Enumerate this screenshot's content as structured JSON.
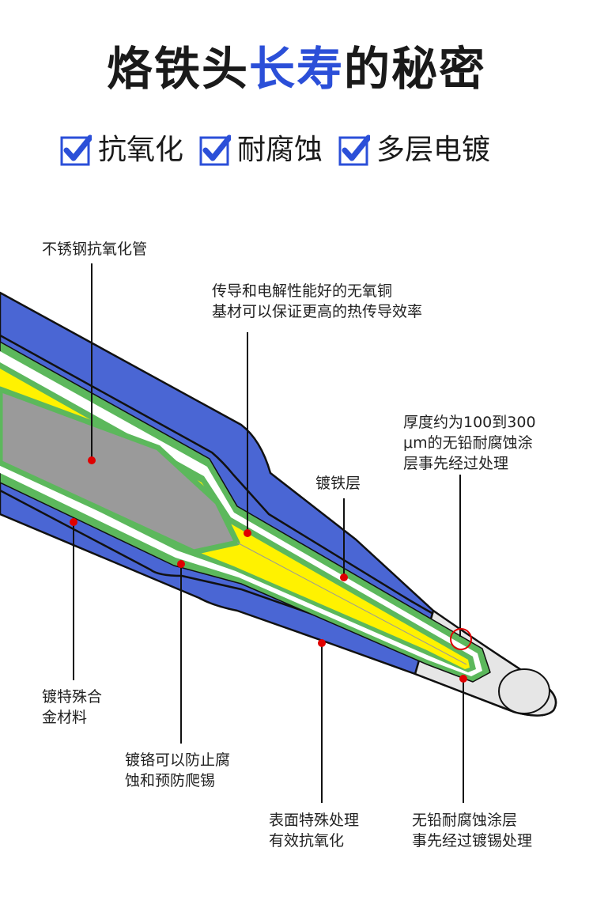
{
  "title": {
    "part1": "烙铁头",
    "highlight": "长寿",
    "part2": "的秘密"
  },
  "features": [
    "抗氧化",
    "耐腐蚀",
    "多层电镀"
  ],
  "labels": {
    "stainless_tube": "不锈钢抗氧化管",
    "copper_line1": "传导和电解性能好的无氧铜",
    "copper_line2": "基材可以保证更高的热传导效率",
    "thickness_line1": "厚度约为100到300",
    "thickness_line2": "μm的无铅耐腐蚀涂",
    "thickness_line3": "层事先经过处理",
    "iron_layer": "镀铁层",
    "alloy_line1": "镀特殊合",
    "alloy_line2": "金材料",
    "chrome_line1": "镀铬可以防止腐",
    "chrome_line2": "蚀和预防爬锡",
    "surface_line1": "表面特殊处理",
    "surface_line2": "有效抗氧化",
    "leadfree_line1": "无铅耐腐蚀涂层",
    "leadfree_line2": "事先经过镀锡处理"
  },
  "colors": {
    "accent": "#2b4fd8",
    "outer_shell": "#4a66d4",
    "green_layer": "#5cb85c",
    "yellow_layer": "#fff200",
    "gray_core": "#9a9a9a",
    "tip_coating": "#e6e6e6",
    "marker": "#e00000"
  }
}
